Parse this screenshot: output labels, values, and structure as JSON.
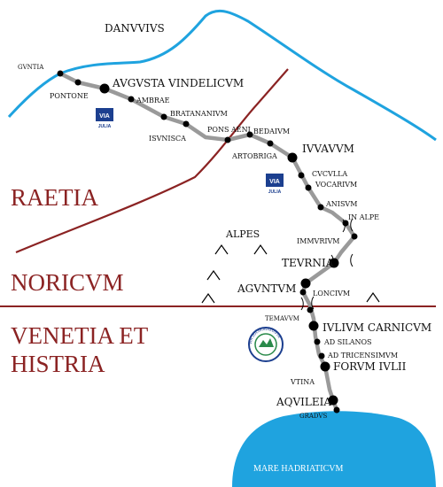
{
  "river": {
    "name": "DANVVIVS"
  },
  "regions": {
    "raetia": "RAETIA",
    "noricum": "NORICVM",
    "venetia_line1": "VENETIA ET",
    "venetia_line2": "HISTRIA"
  },
  "sea": {
    "name": "MARE HADRIATICVM"
  },
  "mountains": {
    "label": "ALPES"
  },
  "logo": {
    "word1": "VIA",
    "word2": "JULIA",
    "seal_text": "VIA JULIA AUGUSTA"
  },
  "stations": {
    "guntia": "GVNTIA",
    "pontone": "PONTONE",
    "augusta": "AVGVSTA VINDELICVM",
    "ambrae": "AMBRAE",
    "bratananium": "BRATANANIVM",
    "isunisca": "ISVNISCA",
    "pons_aeni": "PONS AENI",
    "bedaium": "BEDAIVM",
    "artobriga": "ARTOBRIGA",
    "iuvavum": "IVVAVVM",
    "cuculla": "CVCVLLA",
    "vocarium": "VOCARIVM",
    "anisum": "ANISVM",
    "in_alpe": "IN ALPE",
    "immurium": "IMMVRIVM",
    "teurnia": "TEVRNIA",
    "aguntum": "AGVNTVM",
    "loncium": "LONCIVM",
    "temavum": "TEMAVVM",
    "iulium": "IVLIVM CARNICVM",
    "ad_silanos": "AD SILANOS",
    "ad_tricensimum": "AD TRICENSIMVM",
    "forum": "FORVM IVLII",
    "vtina": "VTINA",
    "aquileia": "AQVILEIA",
    "gradus": "GRADVS"
  },
  "colors": {
    "river": "#1fa3df",
    "border": "#8b2323",
    "road": "#9a9a9a",
    "sea": "#1fa3df",
    "region_text": "#8b2323",
    "logo_blue": "#1c3f8f"
  }
}
